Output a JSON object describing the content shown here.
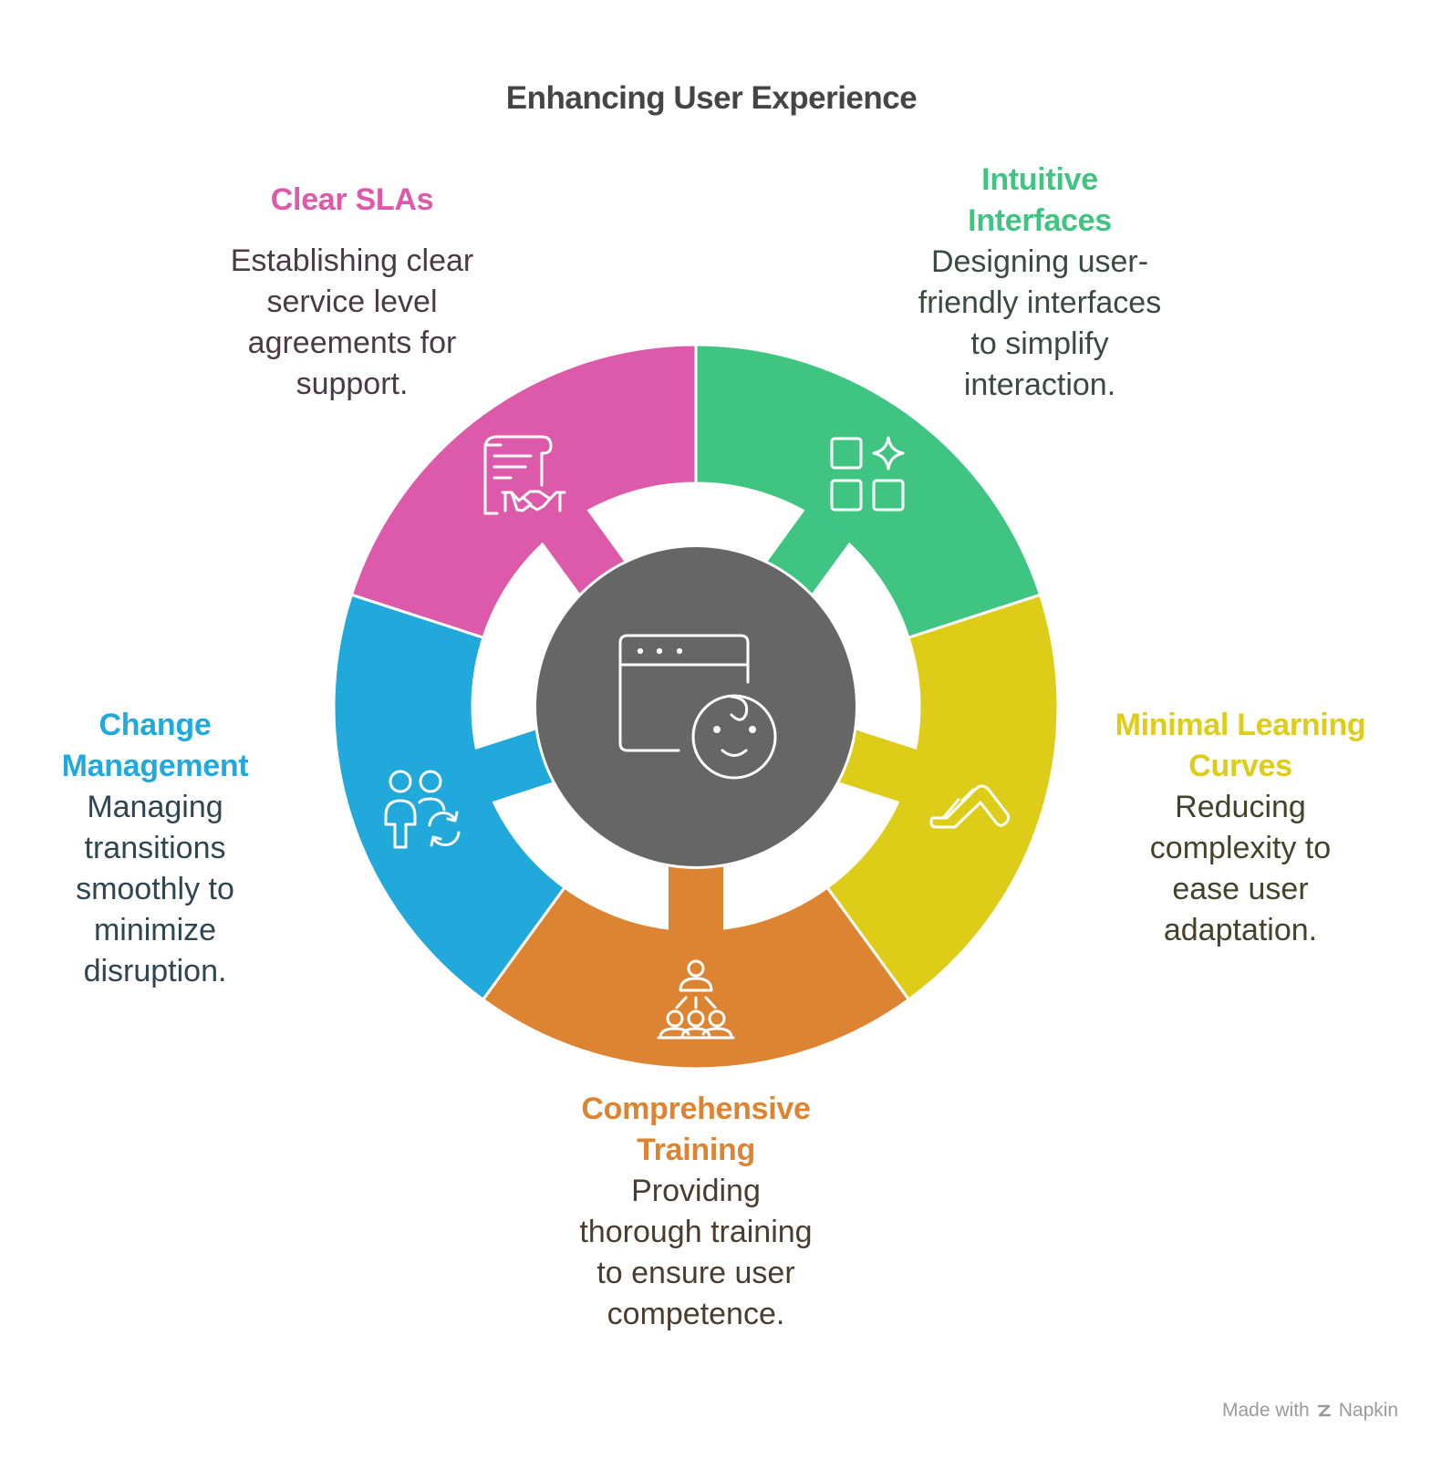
{
  "title": "Enhancing User Experience",
  "center": {
    "icon": "browser-window-with-smiling-baby-face-icon",
    "color": "#666666"
  },
  "segments": [
    {
      "key": "sla",
      "heading": [
        "Clear SLAs"
      ],
      "description": [
        "Establishing clear",
        "service level",
        "agreements for",
        "support."
      ],
      "color": "#DD5AAA",
      "heading_color": "#DD5AAA",
      "text_color": "#4A3A44",
      "icon": "contract-handshake-icon"
    },
    {
      "key": "intuitive",
      "heading": [
        "Intuitive",
        "Interfaces"
      ],
      "description": [
        "Designing user-",
        "friendly interfaces",
        "to simplify",
        "interaction."
      ],
      "color": "#3FC482",
      "heading_color": "#3FC482",
      "text_color": "#3A4A40",
      "icon": "app-grid-sparkle-icon"
    },
    {
      "key": "learning",
      "heading": [
        "Minimal Learning",
        "Curves"
      ],
      "description": [
        "Reducing",
        "complexity to",
        "ease user",
        "adaptation."
      ],
      "color": "#DDCC18",
      "heading_color": "#DDCC18",
      "text_color": "#44422A",
      "icon": "slide-playground-icon"
    },
    {
      "key": "training",
      "heading": [
        "Comprehensive",
        "Training"
      ],
      "description": [
        "Providing",
        "thorough training",
        "to ensure user",
        "competence."
      ],
      "color": "#DD8432",
      "heading_color": "#DD8432",
      "text_color": "#4A3D30",
      "icon": "presenter-audience-icon"
    },
    {
      "key": "change",
      "heading": [
        "Change",
        "Management"
      ],
      "description": [
        "Managing",
        "transitions",
        "smoothly to",
        "minimize",
        "disruption."
      ],
      "color": "#20A9DA",
      "heading_color": "#20A9DA",
      "text_color": "#2F4550",
      "icon": "people-exchange-icon"
    }
  ],
  "watermark": {
    "prefix": "Made with",
    "brand": "Napkin",
    "icon": "napkin-logo-icon"
  }
}
